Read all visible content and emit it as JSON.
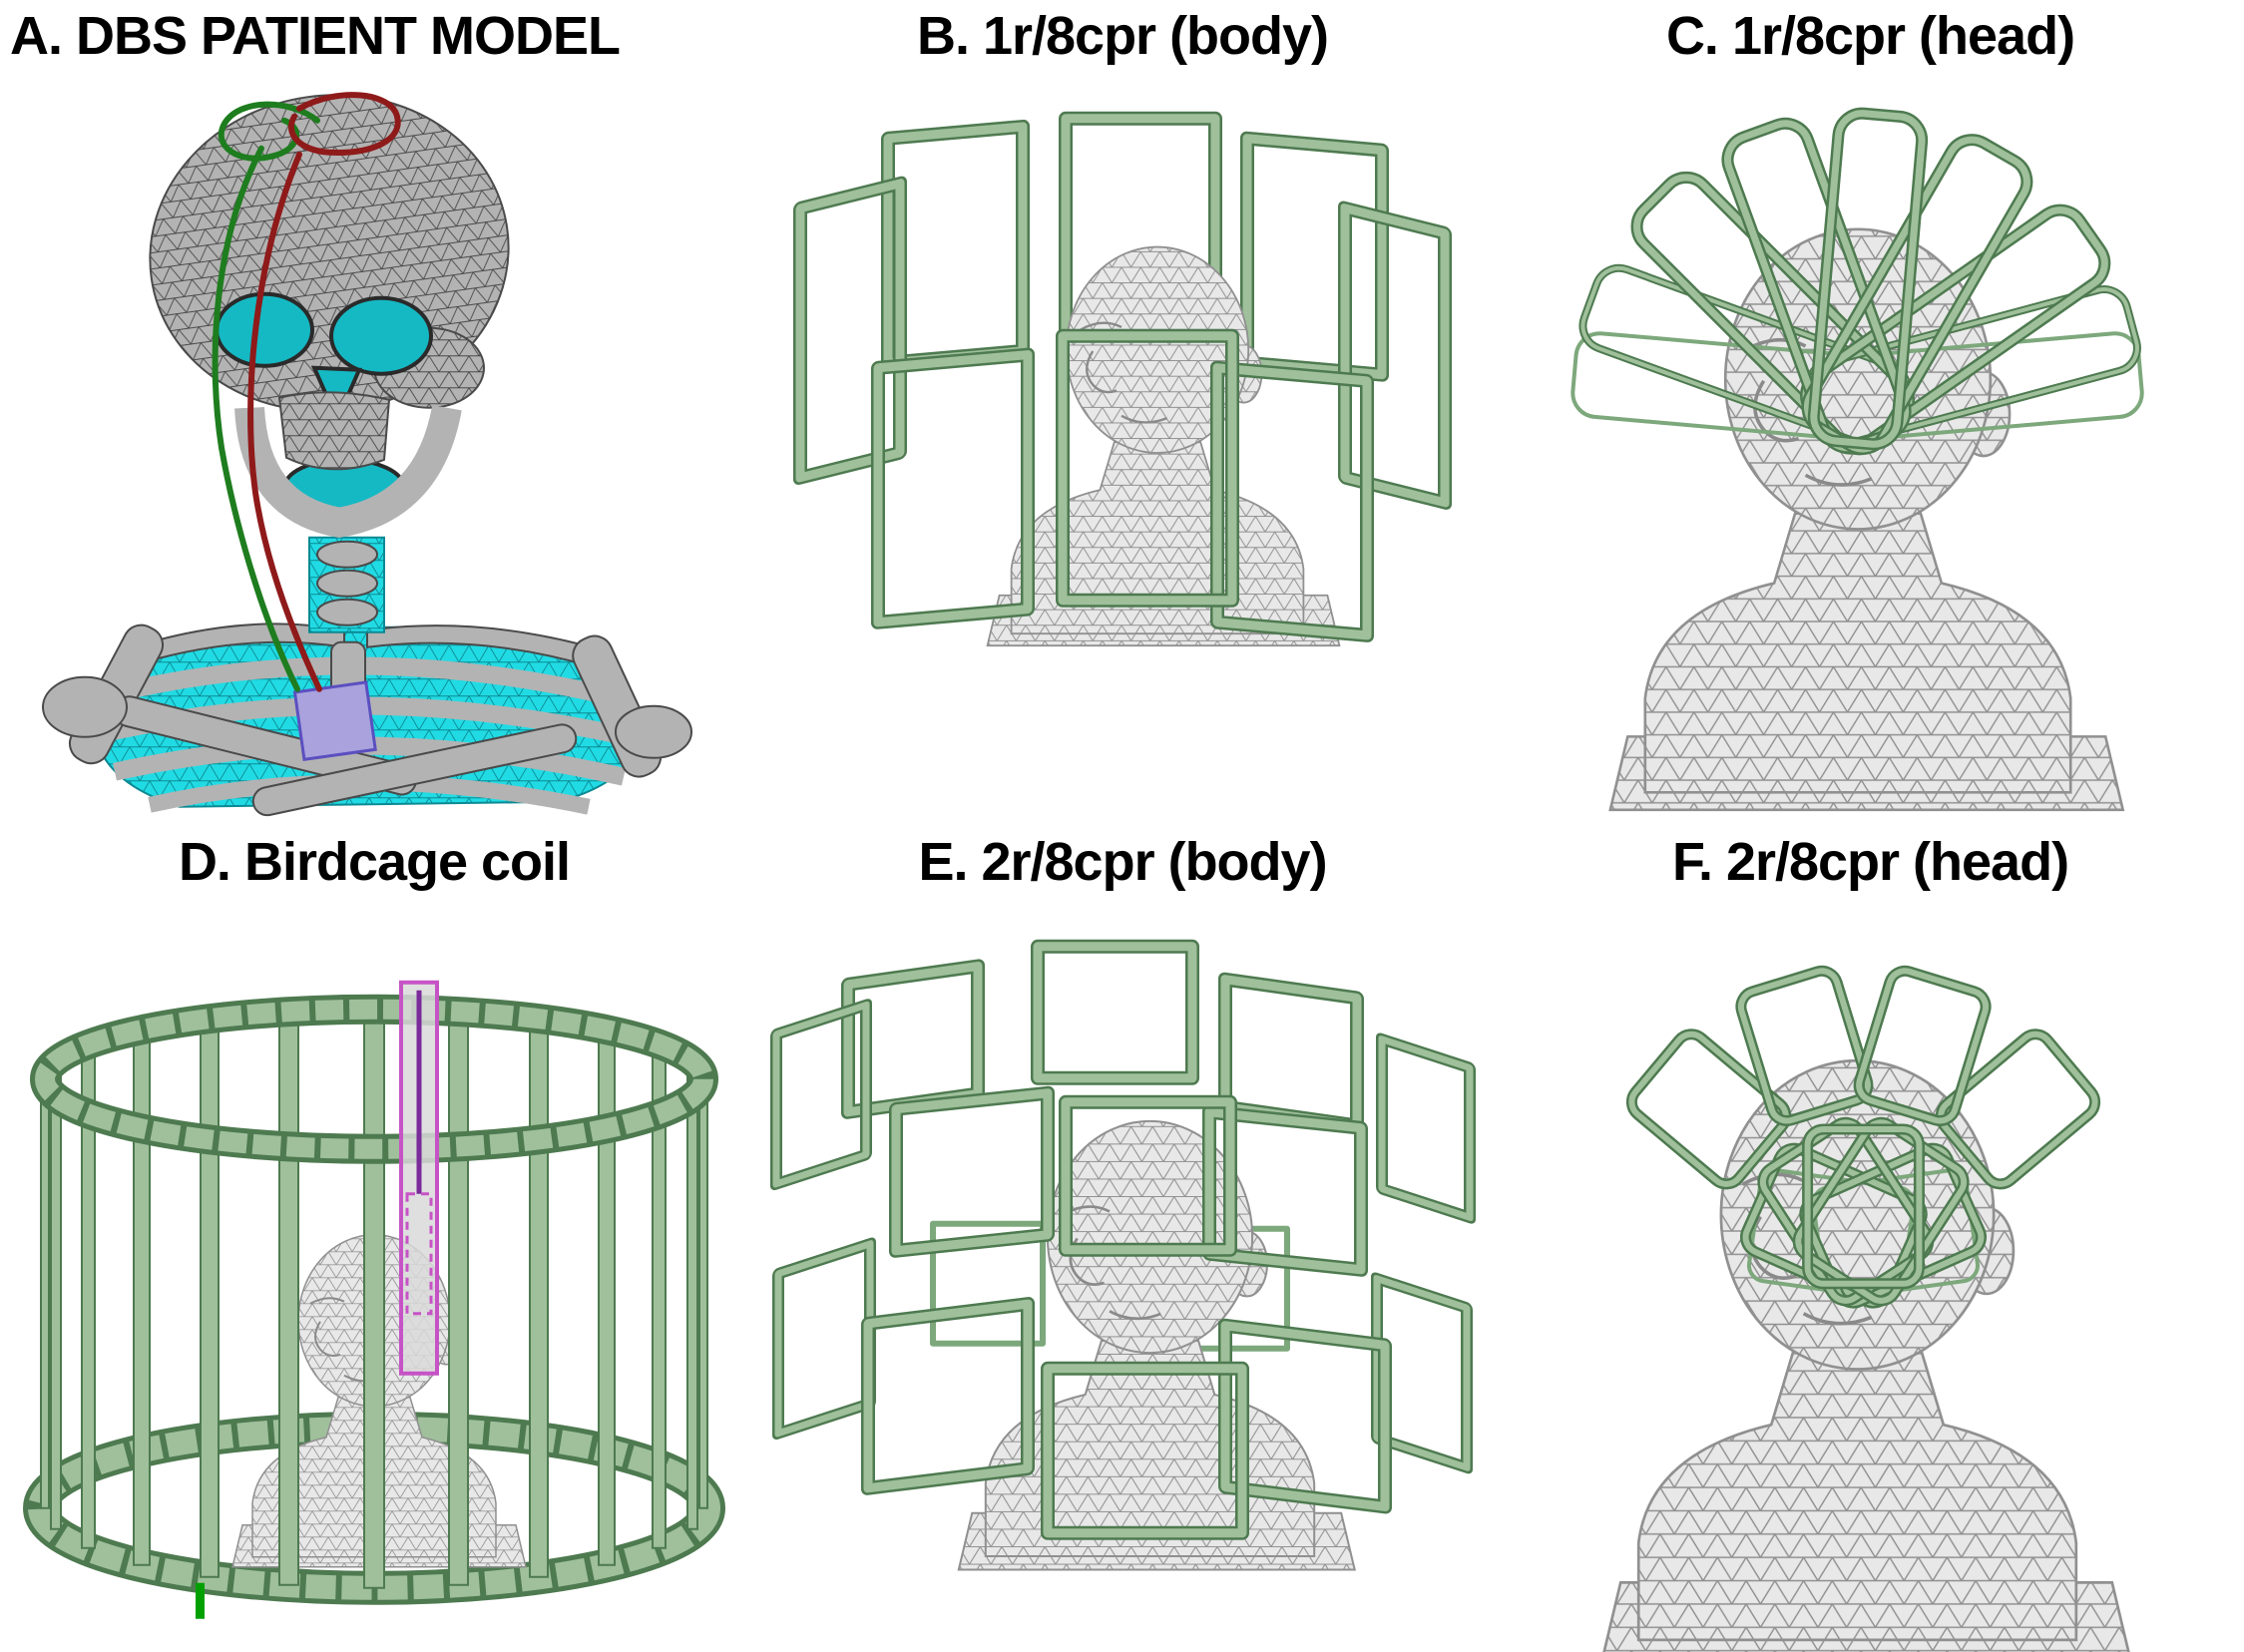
{
  "panels": {
    "a": {
      "label": "A. DBS PATIENT MODEL"
    },
    "b": {
      "label": "B. 1r/8cpr (body)"
    },
    "c": {
      "label": "C. 1r/8cpr (head)"
    },
    "d": {
      "label": "D. Birdcage coil"
    },
    "e": {
      "label": "E. 2r/8cpr (body)"
    },
    "f": {
      "label": "F. 2r/8cpr (head)"
    }
  },
  "colors": {
    "background": "#ffffff",
    "title_text": "#000000",
    "coil_light": "#9fc09b",
    "coil_mid": "#7da87c",
    "coil_dark": "#4e7a50",
    "mesh_fill": "#e8e8e8",
    "mesh_line": "#909090",
    "skull_fill": "#b3b3b3",
    "skull_line": "#4a4a4a",
    "tissue_cyan": "#21dbe4",
    "tissue_cyan_dark": "#0b8a94",
    "socket_cyan": "#15b9c4",
    "lead_red": "#8f1a1a",
    "lead_green": "#1e7d1e",
    "implant_purple": "#a9a2dd",
    "implant_border": "#5b4fc0",
    "source_magenta": "#c653c6",
    "source_inner": "#7a2a9a",
    "feed_green": "#00a000"
  }
}
